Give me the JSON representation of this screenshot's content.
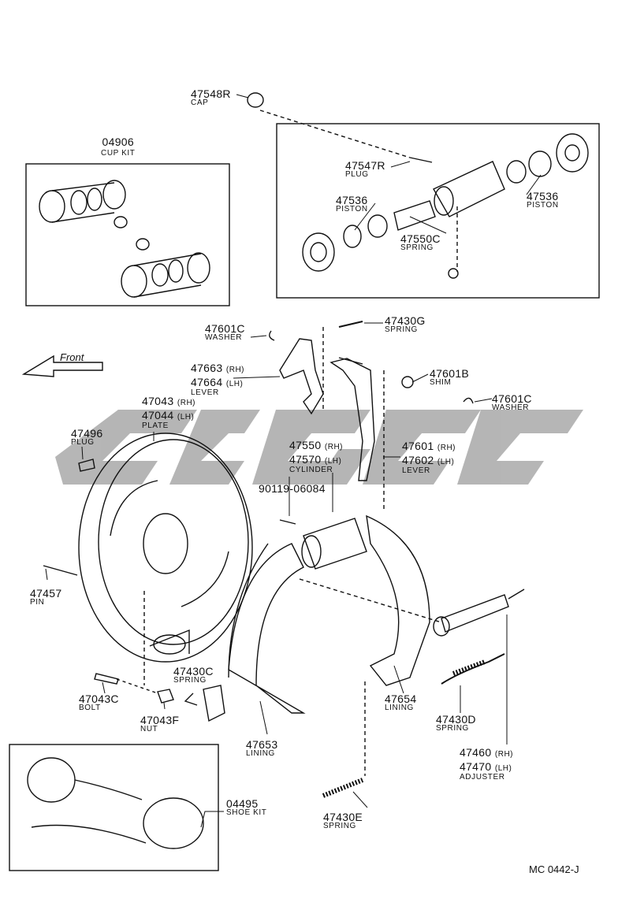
{
  "watermark": "CLGC",
  "front_label": "Front",
  "diagram_code": "MC 0442-J",
  "colors": {
    "ink": "#111111",
    "watermark": "#a9a9a9"
  },
  "parts": {
    "p47548R": {
      "num": "47548R",
      "name": "CAP"
    },
    "p04906": {
      "num": "04906",
      "name": "CUP KIT"
    },
    "p47547R": {
      "num": "47547R",
      "name": "PLUG"
    },
    "p47536a": {
      "num": "47536",
      "name": "PISTON"
    },
    "p47536b": {
      "num": "47536",
      "name": "PISTON"
    },
    "p47550C": {
      "num": "47550C",
      "name": "SPRING"
    },
    "p47601C_a": {
      "num": "47601C",
      "name": "WASHER"
    },
    "p47430G": {
      "num": "47430G",
      "name": "SPRING"
    },
    "p47663": {
      "num": "47663",
      "side": "(RH)"
    },
    "p47664": {
      "num": "47664",
      "side": "(LH)",
      "name": "LEVER"
    },
    "p47601B": {
      "num": "47601B",
      "name": "SHIM"
    },
    "p47601C_b": {
      "num": "47601C",
      "name": "WASHER"
    },
    "p47043": {
      "num": "47043",
      "side": "(RH)"
    },
    "p47044": {
      "num": "47044",
      "side": "(LH)",
      "name": "PLATE"
    },
    "p47496": {
      "num": "47496",
      "name": "PLUG"
    },
    "p47550": {
      "num": "47550",
      "side": "(RH)"
    },
    "p47570": {
      "num": "47570",
      "side": "(LH)",
      "name": "CYLINDER"
    },
    "p47601": {
      "num": "47601",
      "side": "(RH)"
    },
    "p47602": {
      "num": "47602",
      "side": "(LH)",
      "name": "LEVER"
    },
    "p90119": {
      "num": "90119-06084"
    },
    "p47457": {
      "num": "47457",
      "name": "PIN"
    },
    "p47430C": {
      "num": "47430C",
      "name": "SPRING"
    },
    "p47043C": {
      "num": "47043C",
      "name": "BOLT"
    },
    "p47043F": {
      "num": "47043F",
      "name": "NUT"
    },
    "p47654": {
      "num": "47654",
      "name": "LINING"
    },
    "p47430D": {
      "num": "47430D",
      "name": "SPRING"
    },
    "p47653": {
      "num": "47653",
      "name": "LINING"
    },
    "p47460": {
      "num": "47460",
      "side": "(RH)"
    },
    "p47470": {
      "num": "47470",
      "side": "(LH)",
      "name": "ADJUSTER"
    },
    "p04495": {
      "num": "04495",
      "name": "SHOE KIT"
    },
    "p47430E": {
      "num": "47430E",
      "name": "SPRING"
    }
  }
}
